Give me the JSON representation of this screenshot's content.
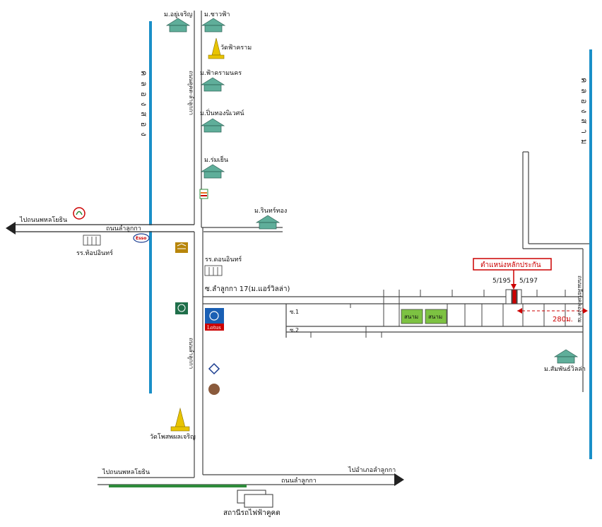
{
  "canals": {
    "left": "คลองสอง",
    "right": "คลองสาม"
  },
  "roads": {
    "lamlukka_upper": "ถนนลำลูกกา",
    "lamlukka_lower": "ถนนลำลูกกา",
    "to_phahonyothin_upper": "ไปถนนพหลโยธิน",
    "to_phahonyothin_lower": "ไปถนนพหลโยธิน",
    "to_lamlukka_district": "ไปอำเภอลำลูกกา",
    "vertical_north": "ถนนคูคต-ลำลูกกา",
    "vertical_south": "ถนนลำลูกกา",
    "right_canal_road": "ถนนเลียบคลองสาม",
    "soi_main": "ซ.ลำลูกกา 17(ม.แอร์วิลล่า)",
    "soi_1": "ซ.1",
    "soi_2": "ซ.2"
  },
  "places": {
    "m_yucharoen": "ม.อยู่เจริญ",
    "m_chaofa": "ม.ชาวฟ้า",
    "wat_fakhram": "วัดฟ้าคราม",
    "m_fakhram_nakhon": "ม.ฟ้าครามนคร",
    "m_pinthong": "ม.ปิ่นทองนิเวศน์",
    "m_romyen": "ม.ร่มเย็น",
    "m_rinthong": "ม.รินทร์ทอง",
    "school_thopinthorn": "รร.ท้อปอินทร์",
    "school_donin": "รร.ดอนอินทร์",
    "wat_phosphon": "วัดโพสพผลเจริญ",
    "m_samphanvilla": "ม.สัมพันธ์วิลล่า",
    "station": "สถานีรถไฟฟ้าคูคต",
    "lotus": "Lotus",
    "esso": "Esso"
  },
  "target": {
    "title": "ตำแหน่งหลักประกัน",
    "house_left": "5/195",
    "house_right": "5/197",
    "distance": "280ม."
  },
  "fields": [
    "สนาม",
    "สนาม"
  ],
  "colors": {
    "canal": "#1a8fc8",
    "road": "#555555",
    "target_red": "#cc0000",
    "field_green": "#7dc242",
    "station_green": "#2e8b3a",
    "gold": "#e8c400"
  }
}
